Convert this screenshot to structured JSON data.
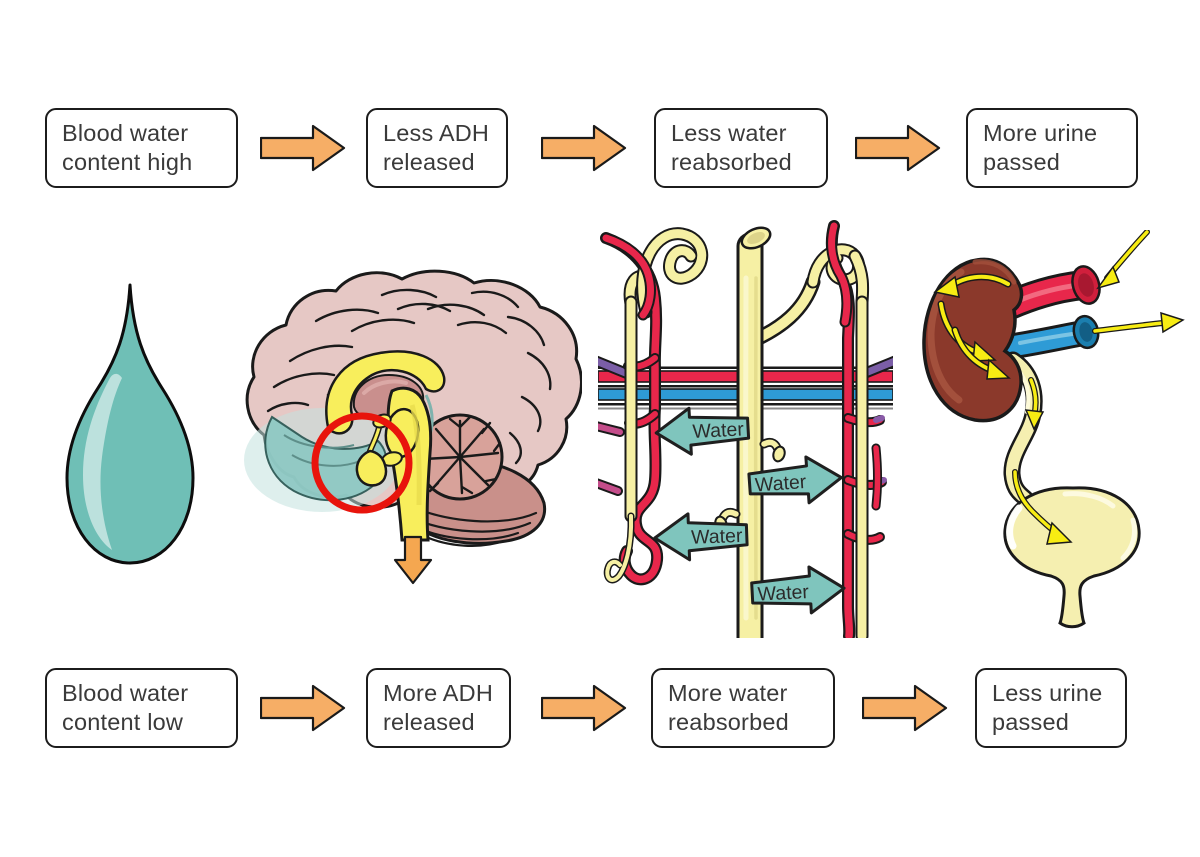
{
  "flow_top": {
    "steps": [
      {
        "line1": "Blood water",
        "line2": "content high"
      },
      {
        "line1": "Less ADH",
        "line2": "released"
      },
      {
        "line1": "Less water",
        "line2": "reabsorbed"
      },
      {
        "line1": "More urine",
        "line2": "passed"
      }
    ]
  },
  "flow_bottom": {
    "steps": [
      {
        "line1": "Blood water",
        "line2": "content low"
      },
      {
        "line1": "More ADH",
        "line2": "released"
      },
      {
        "line1": "More water",
        "line2": "reabsorbed"
      },
      {
        "line1": "Less urine",
        "line2": "passed"
      }
    ]
  },
  "nephron": {
    "water_labels": [
      "Water",
      "Water",
      "Water",
      "Water"
    ]
  },
  "colors": {
    "flow_arrow": "#F6AE66",
    "water_arrow": "#7FC5BD",
    "droplet": "#6FBFB6",
    "droplet_highlight": "#BCE1DD",
    "brain_pink": "#E6C8C5",
    "brain_yellow": "#F8EE5C",
    "hypothalamus_teal": "#8FC9C4",
    "highlight_ring_red": "#E8140C",
    "vessel_red": "#E8274B",
    "vessel_blue": "#2E9BD6",
    "tubule_yellow": "#F6F0A4",
    "kidney_maroon": "#8B392B",
    "urine_yellow": "#F5EFB0",
    "brainstem_arrow_orange": "#F5A750",
    "kidney_arrow_yellow": "#F7EC13",
    "outline": "#1a1a1a",
    "text": "#3A3A3A"
  }
}
